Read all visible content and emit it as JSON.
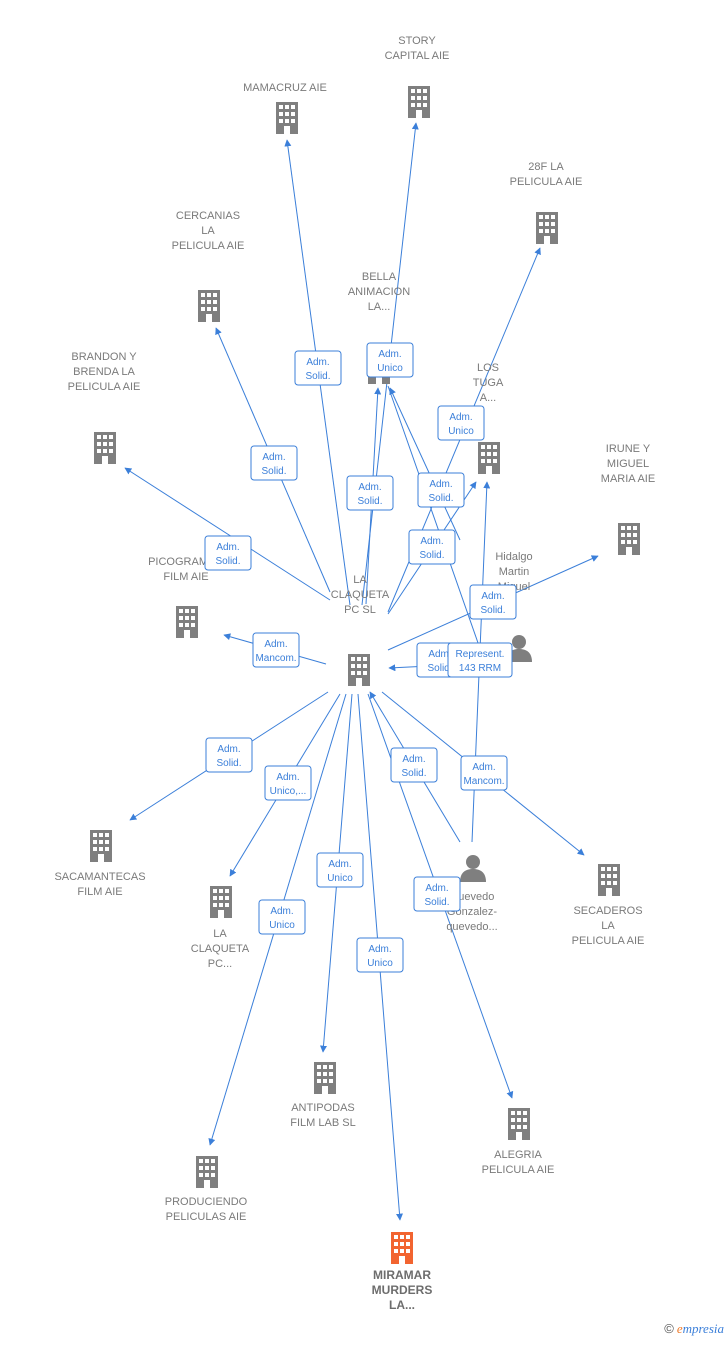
{
  "colors": {
    "edge": "#3b7fd9",
    "building": "#7f7f7f",
    "highlight_building": "#f26430",
    "person": "#7f7f7f",
    "label": "#7a7a7a"
  },
  "nodes": [
    {
      "id": "laclaqueta",
      "type": "company",
      "lines": [
        "LA",
        "CLAQUETA",
        "PC SL"
      ]
    },
    {
      "id": "mamacruz",
      "type": "company",
      "lines": [
        "MAMACRUZ  AIE"
      ]
    },
    {
      "id": "story",
      "type": "company",
      "lines": [
        "STORY",
        "CAPITAL  AIE"
      ]
    },
    {
      "id": "28f",
      "type": "company",
      "lines": [
        "28F LA",
        "PELICULA  AIE"
      ]
    },
    {
      "id": "cercanias",
      "type": "company",
      "lines": [
        "CERCANIAS",
        "LA",
        "PELICULA AIE"
      ]
    },
    {
      "id": "bella",
      "type": "company",
      "lines": [
        "BELLA",
        "ANIMACION",
        "LA..."
      ]
    },
    {
      "id": "brandon",
      "type": "company",
      "lines": [
        "BRANDON Y",
        "BRENDA LA",
        "PELICULA  AIE"
      ]
    },
    {
      "id": "lostuga",
      "type": "company",
      "lines": [
        "LOS",
        "TUGA",
        "A..."
      ]
    },
    {
      "id": "irune",
      "type": "company",
      "lines": [
        "IRUNE Y",
        "MIGUEL",
        "MARIA  AIE"
      ]
    },
    {
      "id": "picogramos",
      "type": "company",
      "lines": [
        "PICOGRAMOS",
        "FILM AIE"
      ]
    },
    {
      "id": "hidalgo",
      "type": "person",
      "lines": [
        "Hidalgo",
        "Martin",
        "Miguel"
      ]
    },
    {
      "id": "sacamantecas",
      "type": "company",
      "lines": [
        "SACAMANTECAS",
        "FILM  AIE"
      ]
    },
    {
      "id": "laclaqueta2",
      "type": "company",
      "lines": [
        "LA",
        "CLAQUETA",
        "PC..."
      ]
    },
    {
      "id": "quevedo",
      "type": "person",
      "lines": [
        "Quevedo",
        "Gonzalez-",
        "quevedo..."
      ]
    },
    {
      "id": "secaderos",
      "type": "company",
      "lines": [
        "SECADEROS",
        "LA",
        "PELICULA  AIE"
      ]
    },
    {
      "id": "antipodas",
      "type": "company",
      "lines": [
        "ANTIPODAS",
        "FILM LAB  SL"
      ]
    },
    {
      "id": "alegria",
      "type": "company",
      "lines": [
        "ALEGRIA",
        "PELICULA AIE"
      ]
    },
    {
      "id": "produciendo",
      "type": "company",
      "lines": [
        "PRODUCIENDO",
        "PELICULAS  AIE"
      ]
    },
    {
      "id": "miramar",
      "type": "company",
      "highlight": true,
      "lines": [
        "MIRAMAR",
        "MURDERS",
        "LA..."
      ]
    }
  ],
  "relations": [
    {
      "id": "r-mamacruz",
      "lines": [
        "Adm.",
        "Solid."
      ]
    },
    {
      "id": "r-story",
      "lines": [
        "Adm.",
        "Unico"
      ]
    },
    {
      "id": "r-28f",
      "lines": [
        "Adm.",
        "Unico"
      ]
    },
    {
      "id": "r-cercanias",
      "lines": [
        "Adm.",
        "Solid."
      ]
    },
    {
      "id": "r-bella",
      "lines": [
        "Adm.",
        "Solid."
      ]
    },
    {
      "id": "r-lostuga",
      "lines": [
        "Adm.",
        "Solid."
      ]
    },
    {
      "id": "r-brandon",
      "lines": [
        "Adm.",
        "Solid."
      ]
    },
    {
      "id": "r-lostuga2",
      "lines": [
        "Adm.",
        "Solid."
      ]
    },
    {
      "id": "r-irune",
      "lines": [
        "Adm.",
        "Solid."
      ]
    },
    {
      "id": "r-picogramos",
      "lines": [
        "Adm.",
        "Mancom."
      ]
    },
    {
      "id": "r-hidalgo",
      "lines": [
        "Adm.",
        "Solid."
      ]
    },
    {
      "id": "r-hidalgo-rep",
      "lines": [
        "Represent.",
        "143 RRM"
      ]
    },
    {
      "id": "r-sacamantecas",
      "lines": [
        "Adm.",
        "Solid."
      ]
    },
    {
      "id": "r-laclaqueta2",
      "lines": [
        "Adm.",
        "Unico,..."
      ]
    },
    {
      "id": "r-quevedo",
      "lines": [
        "Adm.",
        "Solid."
      ]
    },
    {
      "id": "r-secaderos",
      "lines": [
        "Adm.",
        "Mancom."
      ]
    },
    {
      "id": "r-antipodas",
      "lines": [
        "Adm.",
        "Unico"
      ]
    },
    {
      "id": "r-alegria",
      "lines": [
        "Adm.",
        "Solid."
      ]
    },
    {
      "id": "r-produciendo",
      "lines": [
        "Adm.",
        "Unico"
      ]
    },
    {
      "id": "r-miramar",
      "lines": [
        "Adm.",
        "Unico"
      ]
    }
  ],
  "brand": {
    "copyright": "©",
    "name_first": "e",
    "name_rest": "mpresia"
  }
}
